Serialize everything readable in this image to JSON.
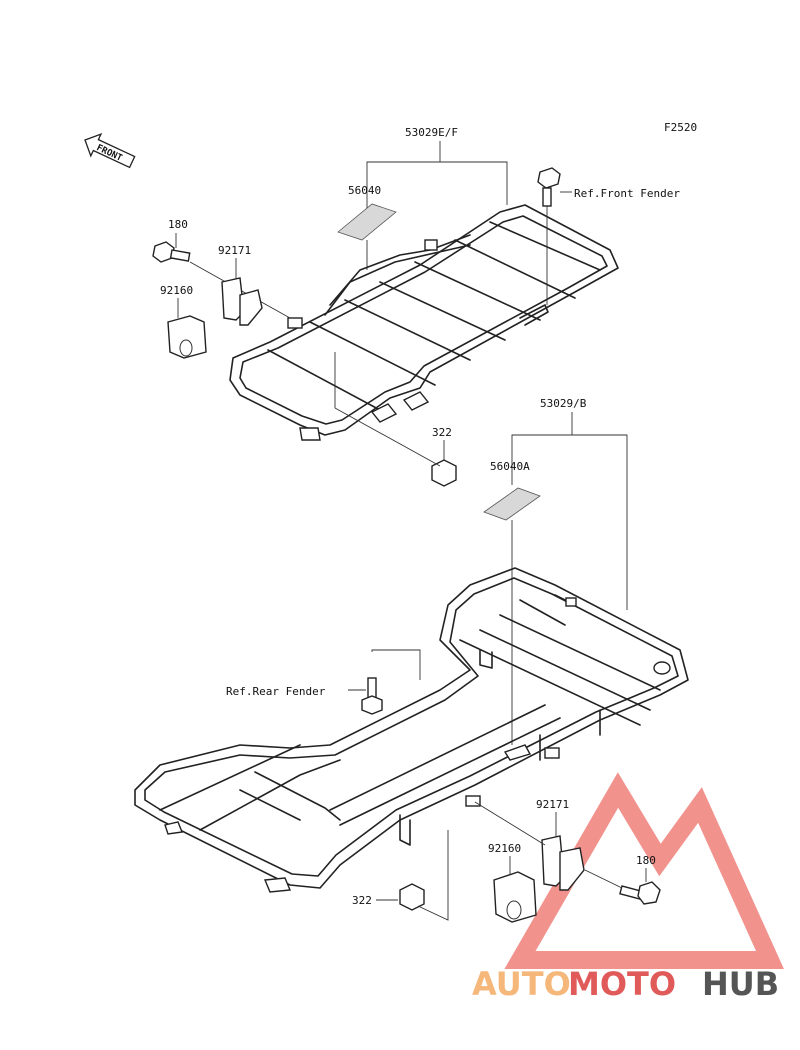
{
  "diagram": {
    "code": "F2520",
    "front_marker": "FRONT",
    "front_rack": {
      "assembly": "53029E/F",
      "label_part": "56040",
      "bolt": "180",
      "bracket": "92171",
      "damper": "92160",
      "nut": "322",
      "ref_note": "Ref.Front Fender"
    },
    "rear_rack": {
      "assembly": "53029/B",
      "label_part": "56040A",
      "bolt": "180",
      "bracket": "92171",
      "damper": "92160",
      "nut": "322",
      "ref_note": "Ref.Rear Fender"
    }
  },
  "watermark": {
    "part1": "AUTO",
    "part2": "MOTO",
    "part3": "HUB",
    "color_light": "#f5b77a",
    "color_mid": "#e05a5a",
    "color_dark": "#555555",
    "triangle_color": "#e8382f"
  }
}
